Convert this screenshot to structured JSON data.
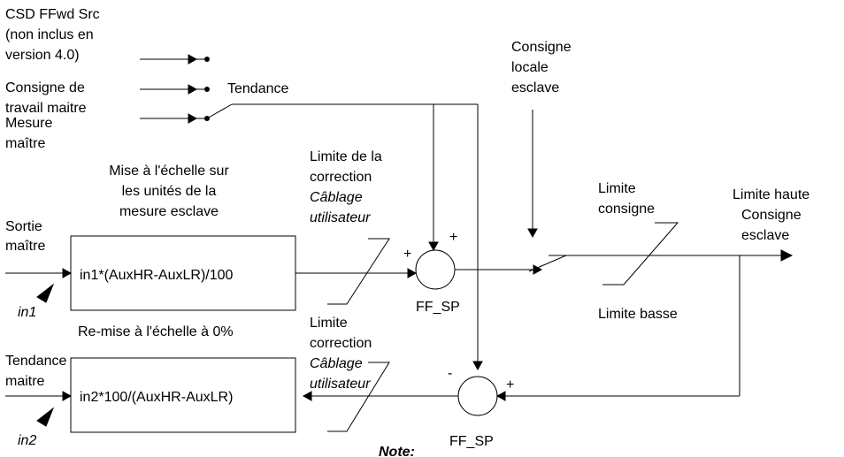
{
  "labels": {
    "csd_ffwd_line1": "CSD FFwd Src",
    "csd_ffwd_line2": "(non inclus en",
    "csd_ffwd_line3": "version 4.0)",
    "consigne_travail_line1": "Consigne de",
    "consigne_travail_line2": "travail maitre",
    "mesure_maitre_line1": "Mesure",
    "mesure_maitre_line2": "maître",
    "tendance": "Tendance",
    "consigne_locale_line1": "Consigne",
    "consigne_locale_line2": "locale",
    "consigne_locale_line3": "esclave",
    "mise_echelle_line1": "Mise à l'échelle sur",
    "mise_echelle_line2": "les unités de la",
    "mise_echelle_line3": "mesure esclave",
    "limite_correction_top_line1": "Limite de la",
    "limite_correction_top_line2": "correction",
    "cablage_top_line1": "Câblage",
    "cablage_top_line2": "utilisateur",
    "limite_consigne_line1": "Limite",
    "limite_consigne_line2": "consigne",
    "limite_haute": "Limite haute",
    "consigne_esclave_line1": "Consigne",
    "consigne_esclave_line2": "esclave",
    "sortie_maitre_line1": "Sortie",
    "sortie_maitre_line2": "maître",
    "in1": "in1",
    "in2": "in2",
    "ff_sp_top": "FF_SP",
    "ff_sp_bottom": "FF_SP",
    "limite_basse": "Limite basse",
    "re_mise_echelle": "Re-mise à l'échelle  à  0%",
    "limite_correction_bottom_line1": "Limite",
    "limite_correction_bottom_line2": "correction",
    "cablage_bottom_line1": "Câblage",
    "cablage_bottom_line2": "utilisateur",
    "tendance_maitre_line1": "Tendance",
    "tendance_maitre_line2": "maitre",
    "note": "Note:",
    "plus_sign": "+",
    "minus_sign": "-"
  },
  "blocks": {
    "top_formula_var": "in1",
    "top_formula_rest": "*(AuxHR-AuxLR)/100",
    "bottom_formula_var": "in2",
    "bottom_formula_rest": "*100/(AuxHR-AuxLR)"
  },
  "colors": {
    "stroke": "#000000",
    "background": "#ffffff"
  }
}
